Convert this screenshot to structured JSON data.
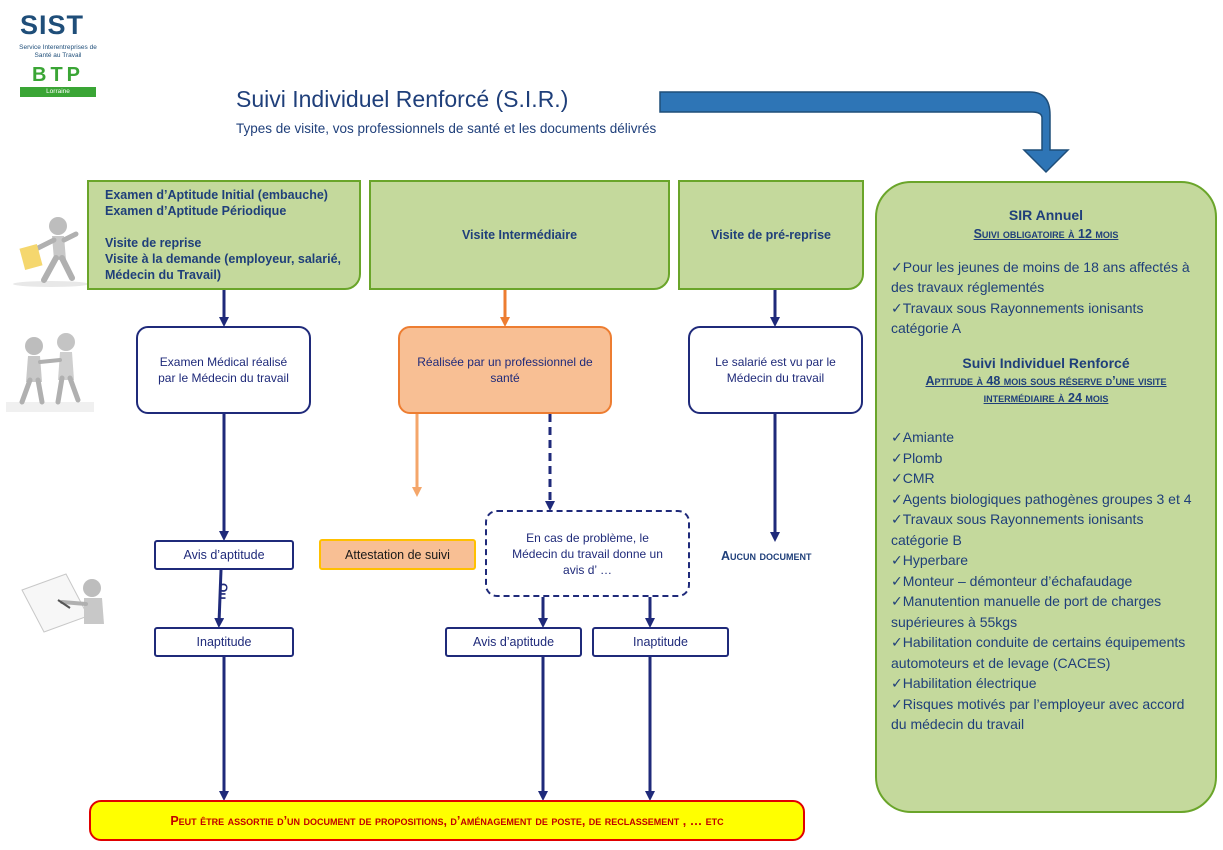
{
  "logo": {
    "brand": "SIST",
    "subtitle": "Service Interentreprises de Santé au Travail",
    "sector": "BTP",
    "region": "Lorraine"
  },
  "header": {
    "title": "Suivi Individuel Renforcé (S.I.R.)",
    "subtitle": "Types de visite, vos professionnels de santé et les documents délivrés"
  },
  "visit_types": {
    "col1_lines": [
      "Examen d’Aptitude Initial (embauche)",
      "Examen  d’Aptitude Périodique",
      "",
      "Visite de reprise",
      "Visite à la demande (employeur, salarié,",
      "Médecin du Travail)"
    ],
    "col2": "Visite Intermédiaire",
    "col3": "Visite de pré-reprise"
  },
  "professionals": {
    "col1": "Examen Médical réalisé par le Médecin du travail",
    "col2": "Réalisée par un professionnel de santé",
    "col3": "Le salarié est vu par le Médecin du travail"
  },
  "documents": {
    "avis_aptitude": "Avis d’aptitude",
    "ou": "Ou",
    "inaptitude": "Inaptitude",
    "attestation": "Attestation de suivi",
    "probleme": "En cas de problème, le Médecin du travail donne un avis d’ …",
    "avis_aptitude_2": "Avis d’aptitude",
    "inaptitude_2": "Inaptitude",
    "aucun": "Aucun document"
  },
  "bottom_note": "Peut être assortie d’un document de propositions, d’aménagement de poste, de reclassement , … etc",
  "side_panel": {
    "title1": "SIR Annuel",
    "subtitle1": "Suivi obligatoire à 12 mois",
    "items1": [
      "✓Pour les jeunes de moins de 18 ans affectés à des travaux réglementés",
      "✓Travaux sous Rayonnements ionisants catégorie A"
    ],
    "title2": "Suivi Individuel Renforcé",
    "subtitle2": "Aptitude à 48 mois sous réserve d’une visite intermédiaire à 24 mois",
    "items2": [
      "✓Amiante",
      "✓Plomb",
      "✓CMR",
      "✓Agents biologiques pathogènes groupes 3 et 4",
      "✓Travaux sous Rayonnements ionisants catégorie B",
      "✓Hyperbare",
      "✓Monteur – démonteur d’échafaudage",
      "✓Manutention manuelle de port de charges supérieures à 55kgs",
      "✓Habilitation conduite de certains équipements automoteurs et de levage (CACES)",
      "✓Habilitation électrique",
      "✓Risques motivés par l’employeur avec accord du médecin du travail"
    ]
  },
  "colors": {
    "green_fill": "#c4d99c",
    "green_border": "#6aa52a",
    "navy": "#1f2a7a",
    "orange": "#ed7d31",
    "blue_arrow": "#2e75b6"
  }
}
